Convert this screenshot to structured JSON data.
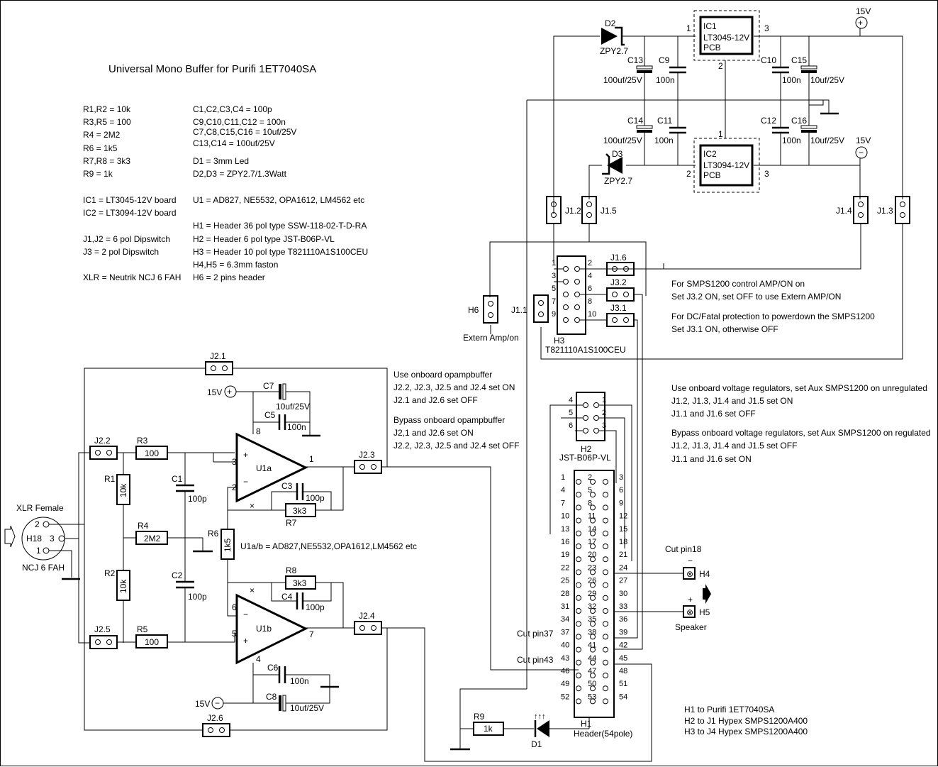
{
  "title": "Universal Mono Buffer for Purifi 1ET7040SA",
  "bom_left": [
    "R1,R2 = 10k",
    "R3,R5 = 100",
    "R4      = 2M2",
    "R6      = 1k5",
    "R7,R8 = 3k3",
    "R9      = 1k",
    "IC1 = LT3045-12V board",
    "IC2 = LT3094-12V board",
    "J1,J2 = 6 pol Dipswitch",
    "J3      = 2 pol Dipswitch",
    "XLR = Neutrik NCJ 6 FAH"
  ],
  "bom_right": [
    "C1,C2,C3,C4         = 100p",
    "C9,C10,C11,C12    = 100n",
    "C7,C8,C15,C16      = 10uf/25V",
    "C13,C14                  = 100uf/25V",
    "D1 = 3mm Led",
    "D2,D3 = ZPY2.7/1.3Watt",
    "U1 = AD827, NE5532, OPA1612, LM4562 etc",
    "H1 = Header 36 pol type SSW-118-02-T-D-RA",
    "H2 = Header 6 pol type JST-B06P-VL",
    "H3 = Header 10 pol type T821110A1S100CEU",
    "H4,H5 = 6.3mm faston",
    "H6 = 2 pins header"
  ],
  "notes": {
    "opamp_use_1": "Use onboard opampbuffer",
    "opamp_use_2": "J2.2, J2.3, J2.5 and J2.4 set ON",
    "opamp_use_3": "J2.1 and J2.6 set OFF",
    "opamp_bypass_1": "Bypass onboard opampbuffer",
    "opamp_bypass_2": "J2,1 and J2.6 set ON",
    "opamp_bypass_3": "J2.2, J2.3, J2.5 and J2.4 set OFF",
    "smps_1": "For SMPS1200 control AMP/ON on",
    "smps_2": "Set J3.2 ON, set OFF to use Extern AMP/ON",
    "smps_3": "For DC/Fatal protection to powerdown the SMPS1200",
    "smps_4": "Set J3.1 ON, otherwise OFF",
    "reg_use_1": "Use onboard voltage regulators, set Aux SMPS1200 on unregulated",
    "reg_use_2": "J1.2, J1.3, J1.4 and J1.5 set ON",
    "reg_use_3": "J1.1 and J1.6 set OFF",
    "reg_bypass_1": "Bypass onboard voltage regulators, set Aux SMPS1200 on regulated",
    "reg_bypass_2": "J1.2, J1.3, J1.4 and J1.5 set OFF",
    "reg_bypass_3": "J1.1 and J1.6 set ON",
    "h_map_1": "H1 to Purifi 1ET7040SA",
    "h_map_2": "H2 to J1 Hypex SMPS1200A400",
    "h_map_3": "H3 to J4 Hypex SMPS1200A400",
    "opamp_types": "U1a/b = AD827,NE5532,OPA1612,LM4562 etc"
  },
  "labels": {
    "xlr": "XLR Female",
    "ncj": "NCJ 6 FAH",
    "h18": "H18",
    "extern": "Extern Amp/on",
    "h3_part": "T821110A1S100CEU",
    "h2_part": "JST-B06P-VL",
    "h1_part": "Header(54pole)",
    "cut18": "Cut pin18",
    "cut37": "Cut pin37",
    "cut43": "Cut pin43",
    "speaker": "Speaker",
    "v15": "15V",
    "ic1_name": "IC1",
    "ic1_part": "LT3045-12V",
    "ic2_name": "IC2",
    "ic2_part": "LT3094-12V",
    "pcb": "PCB",
    "zpy": "ZPY2.7"
  }
}
